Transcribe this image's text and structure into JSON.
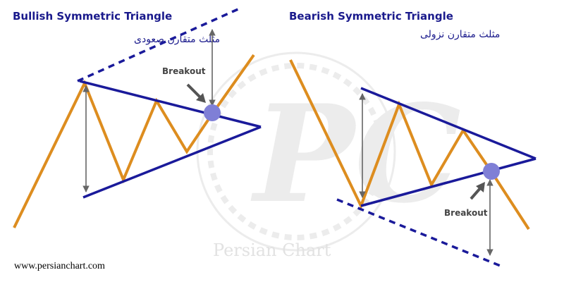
{
  "left_panel": {
    "title": "Bullish Symmetric Triangle",
    "subtitle": "مثلث متقارن صعودی",
    "breakout_label": "Breakout"
  },
  "right_panel": {
    "title": "Bearish Symmetric Triangle",
    "subtitle": "مثلث متقارن نزولی",
    "breakout_label": "Breakout"
  },
  "watermark": {
    "logo_letters": "PC",
    "brand_text": "Persian Chart"
  },
  "footer": {
    "url": "www.persianchart.com"
  },
  "colors": {
    "title": "#1a1a8c",
    "trendline": "#1a1a9a",
    "price": "#dd8d1f",
    "breakout_point": "#7f7fd6",
    "arrow": "#666666",
    "watermark": "#e8e8e8"
  }
}
